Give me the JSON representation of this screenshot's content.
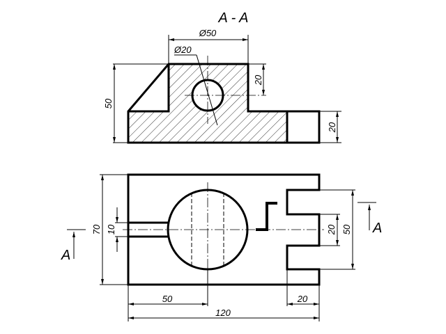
{
  "drawing": {
    "section_title": "A - A",
    "section_view": {
      "dim_outer_diameter": "Ø50",
      "dim_hole_diameter": "Ø20",
      "dim_hole_height": "20",
      "dim_total_height": "50",
      "dim_base_height": "20"
    },
    "plan_view": {
      "dim_width": "70",
      "dim_slot_width": "10",
      "dim_center_offset": "50",
      "dim_notch_depth": "20",
      "dim_total_length": "120",
      "dim_notch_inner": "20",
      "dim_notch_outer": "50",
      "section_mark_left": "A",
      "section_mark_right": "A"
    }
  }
}
